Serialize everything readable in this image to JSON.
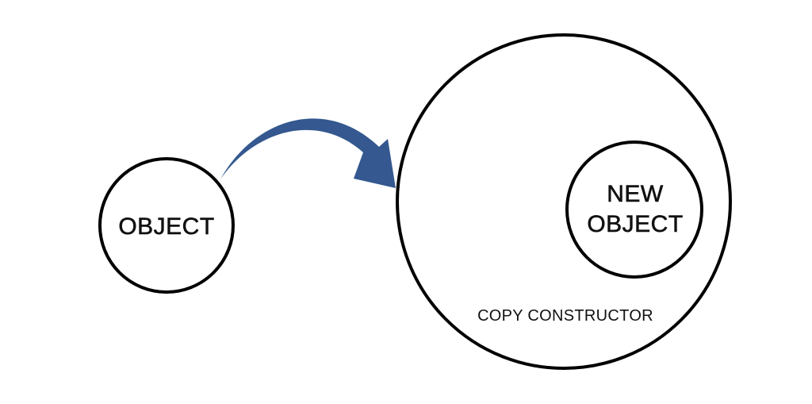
{
  "nodes": {
    "source": {
      "label": "OBJECT"
    },
    "container": {
      "label": "COPY CONSTRUCTOR"
    },
    "target": {
      "label_line1": "NEW",
      "label_line2": "OBJECT"
    }
  },
  "colors": {
    "arrow": "#34588f",
    "outline": "#000000",
    "background": "#ffffff"
  }
}
